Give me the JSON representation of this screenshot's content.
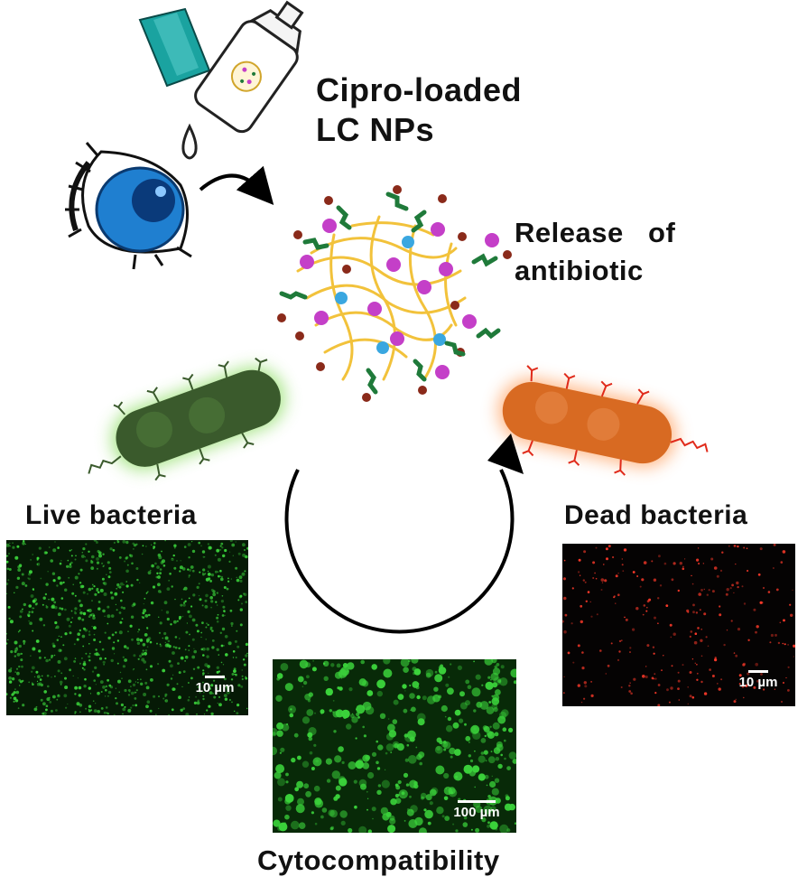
{
  "labels": {
    "cipro_line1": "Cipro-loaded",
    "cipro_line2": "LC NPs",
    "release_line1": "Release   of",
    "release_line2": "antibiotic",
    "live": "Live bacteria",
    "dead": "Dead bacteria",
    "cyto": "Cytocompatibility"
  },
  "scale_bars": {
    "live": "10 µm",
    "dead": "10 µm",
    "cyto": "100 µm"
  },
  "colors": {
    "live_bacterium": "#3a5a2c",
    "live_glow": "#9ee27a",
    "dead_bacterium": "#d86a22",
    "dead_glow": "#ffb07a",
    "nanoparticle_fiber": "#f2c23b",
    "nanoparticle_sphere": "#c43fc8",
    "drug_strand": "#1f7a3a",
    "negative_charge": "#3aa7e0",
    "positive_charge": "#8a2a1a",
    "eye_iris": "#1f7fd0",
    "bottle_cap": "#1aa3a0",
    "live_fluorescence": "#3bd33b",
    "dead_fluorescence": "#ff3a2a"
  }
}
